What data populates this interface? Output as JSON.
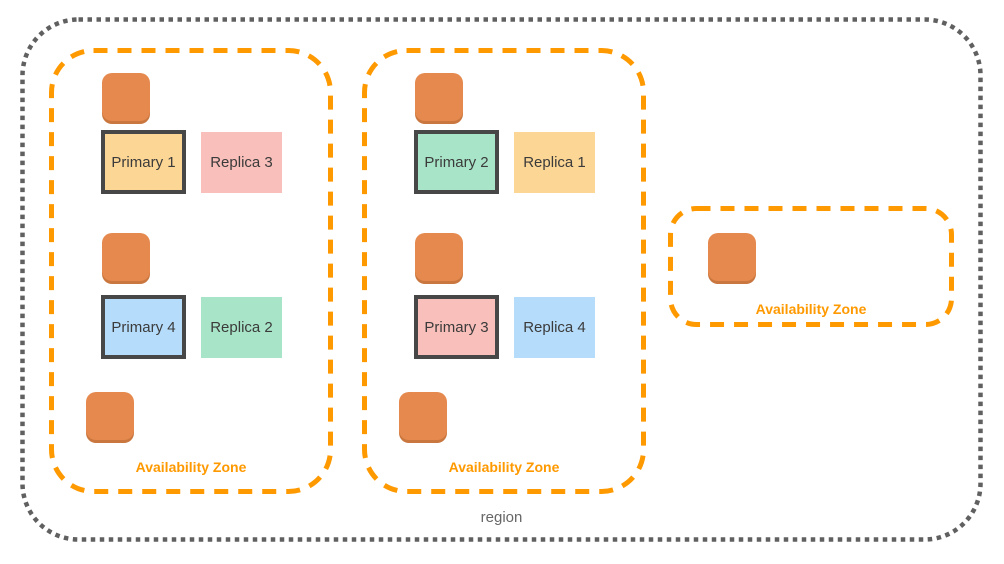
{
  "region": {
    "label": "region"
  },
  "zones": [
    {
      "id": "az-1",
      "label": "Availability Zone",
      "instance_icon_count": 3,
      "rows": [
        {
          "primary": {
            "label": "Primary 1",
            "fill": "#FCD695"
          },
          "replica": {
            "label": "Replica 3",
            "fill": "#F9BFBA"
          }
        },
        {
          "primary": {
            "label": "Primary 4",
            "fill": "#B5DCFA"
          },
          "replica": {
            "label": "Replica 2",
            "fill": "#A8E5C8"
          }
        }
      ]
    },
    {
      "id": "az-2",
      "label": "Availability Zone",
      "instance_icon_count": 3,
      "rows": [
        {
          "primary": {
            "label": "Primary 2",
            "fill": "#A8E5C8"
          },
          "replica": {
            "label": "Replica 1",
            "fill": "#FCD695"
          }
        },
        {
          "primary": {
            "label": "Primary 3",
            "fill": "#F9BFBA"
          },
          "replica": {
            "label": "Replica 4",
            "fill": "#B5DCFA"
          }
        }
      ]
    },
    {
      "id": "az-3",
      "label": "Availability Zone",
      "instance_icon_count": 1,
      "rows": []
    }
  ],
  "colors": {
    "az_border": "#FF9900",
    "az_label": "#FF9900",
    "region_border": "#606060",
    "region_label": "#666666",
    "instance_fill": "#E5894E",
    "instance_shade": "#C9763F",
    "primary_box_border": "#474747",
    "node_text": "#3B3B3B"
  }
}
